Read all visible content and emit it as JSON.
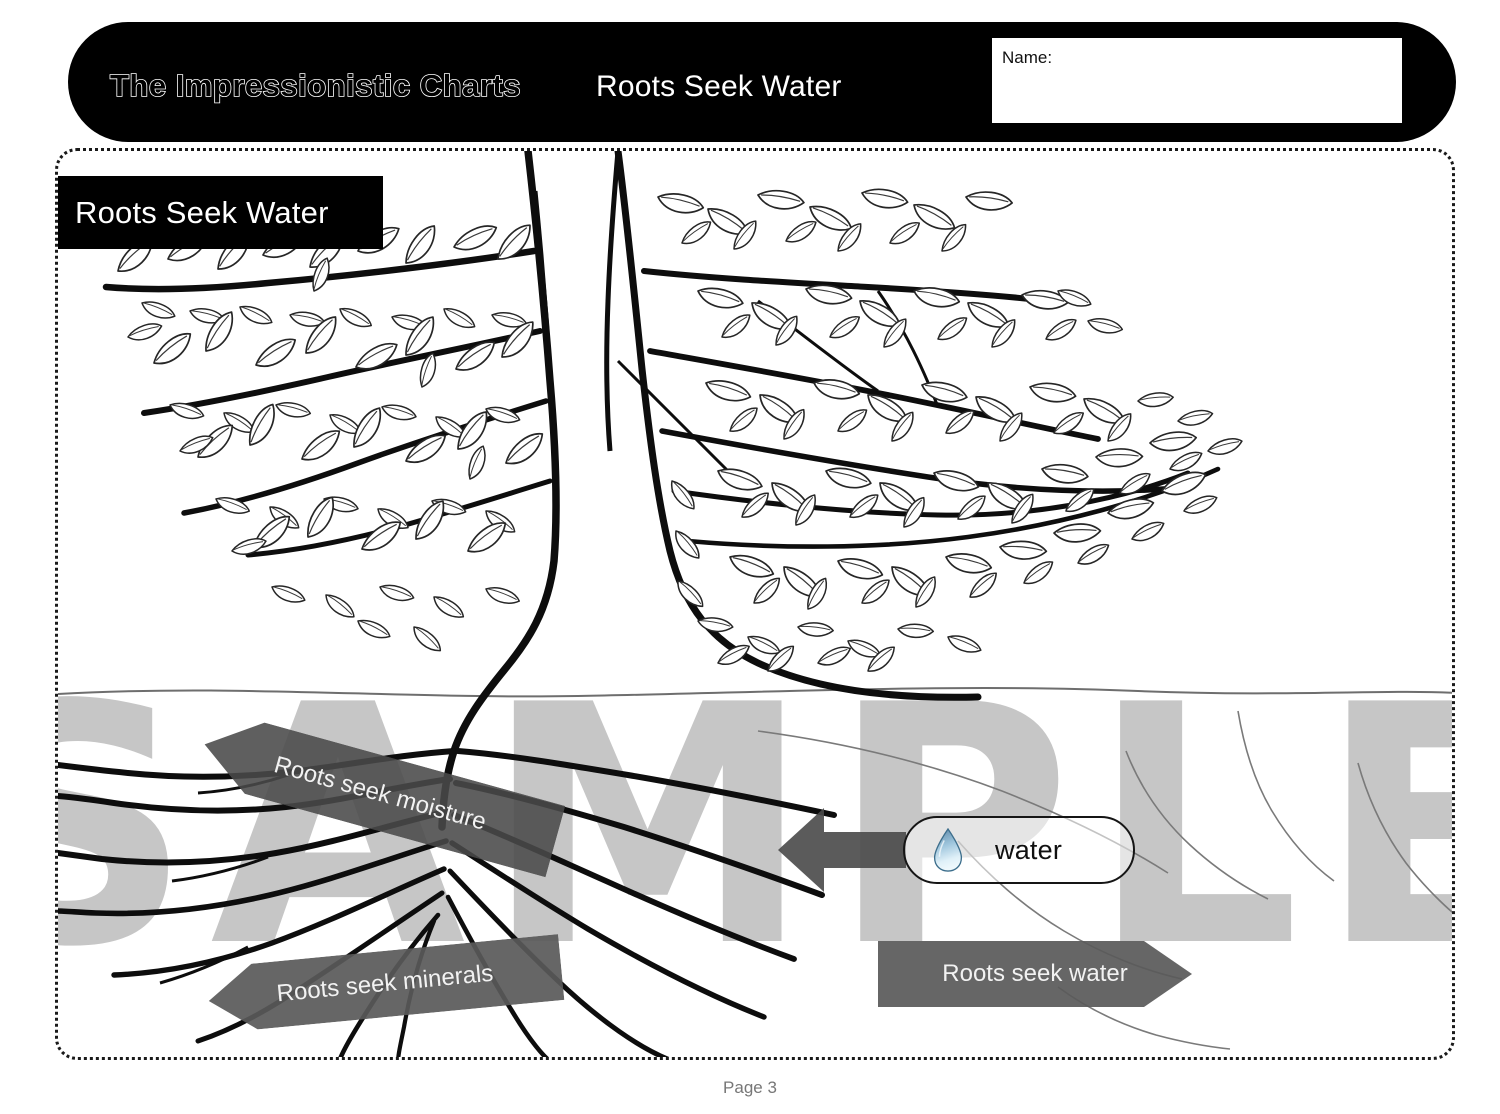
{
  "header": {
    "brand_title": "The Impressionistic Charts",
    "sheet_title": "Roots Seek Water",
    "name_label": "Name:"
  },
  "content": {
    "banner_title": "Roots Seek Water",
    "watermark": "SAMPLE",
    "callouts": [
      {
        "id": "moisture",
        "label": "Roots seek moisture",
        "direction": "left",
        "color": "#4a4a4a"
      },
      {
        "id": "minerals",
        "label": "Roots seek minerals",
        "direction": "left",
        "color": "#5a5a5a"
      },
      {
        "id": "water-right",
        "label": "Roots seek water",
        "direction": "right",
        "color": "#5a5a5a"
      }
    ],
    "water_chip": {
      "label": "water",
      "icon": "water-drop-icon",
      "drop_color": "#6fa8c8"
    }
  },
  "footer": {
    "page_label": "Page 3"
  },
  "colors": {
    "header_bg": "#000000",
    "banner_bg": "#000000",
    "arrow_fill": "#555555",
    "watermark_gray": "#c6c6c6",
    "ink": "#111111"
  }
}
